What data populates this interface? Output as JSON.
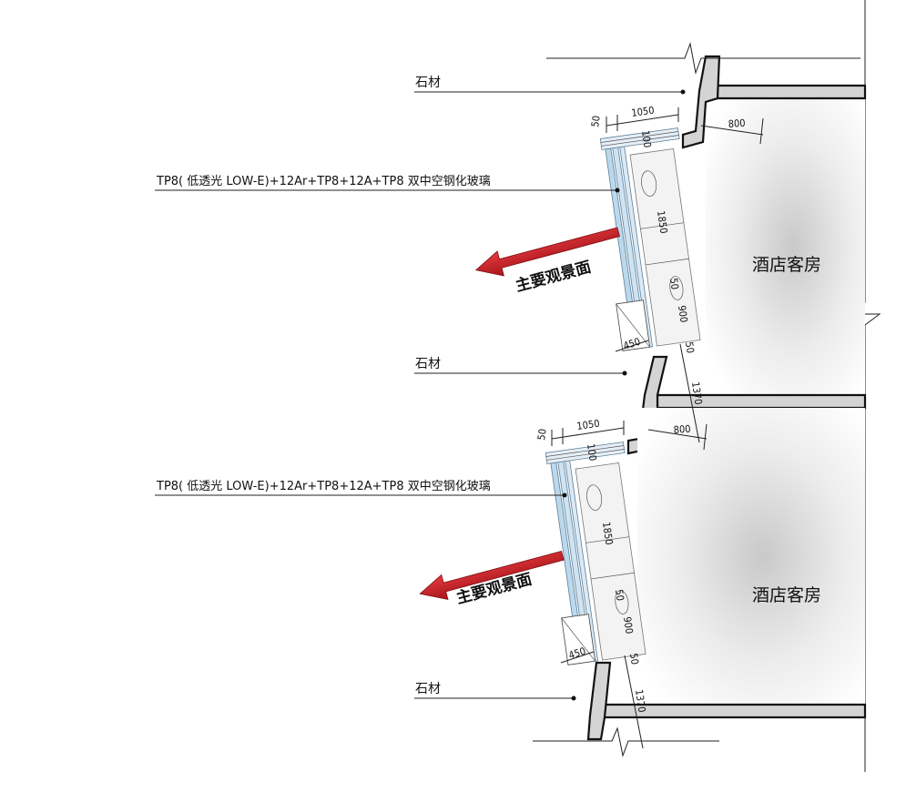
{
  "labels": {
    "stone": "石材",
    "glass_spec": "TP8( 低透光 LOW-E)+12Ar+TP8+12A+TP8 双中空钢化玻璃",
    "main_view": "主要观景面",
    "hotel_room": "酒店客房"
  },
  "dimensions": {
    "d1050": "1050",
    "d50": "50",
    "d100": "100",
    "d800": "800",
    "d1850": "1850",
    "d900": "900",
    "d450": "450",
    "d1370": "1370"
  },
  "colors": {
    "arrow": "#cc1f24",
    "glass": "#bcd8ec",
    "wall_fill": "#d4d4d4",
    "room_shade": "#d9d9d9"
  }
}
